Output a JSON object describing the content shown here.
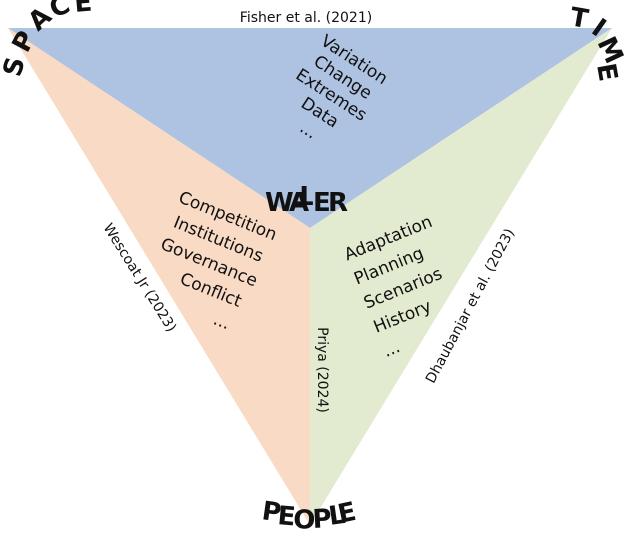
{
  "corners": {
    "space": [
      "S",
      "P",
      "A",
      "C",
      "E"
    ],
    "time": [
      "T",
      "I",
      "M",
      "E"
    ],
    "people": [
      "P",
      "E",
      "O",
      "P",
      "L",
      "E"
    ],
    "water": [
      "W",
      "A",
      "T",
      "E",
      "R"
    ]
  },
  "citations": {
    "top": "Fisher et al. (2021)",
    "left": "Wescoat Jr (2023)",
    "center": "Priya (2024)",
    "right": "Dhaubanjar et al. (2023)"
  },
  "facets": {
    "space_time": [
      "Variation",
      "Change",
      "Extremes",
      "Data",
      "..."
    ],
    "space_people": [
      "Competition",
      "Institutions",
      "Governance",
      "Conflict",
      "..."
    ],
    "time_people": [
      "Adaptation",
      "Planning",
      "Scenarios",
      "History",
      "..."
    ]
  },
  "colors": {
    "space_time": "#aec3e1",
    "space_people": "#f9dac4",
    "time_people": "#e2ebd0"
  }
}
